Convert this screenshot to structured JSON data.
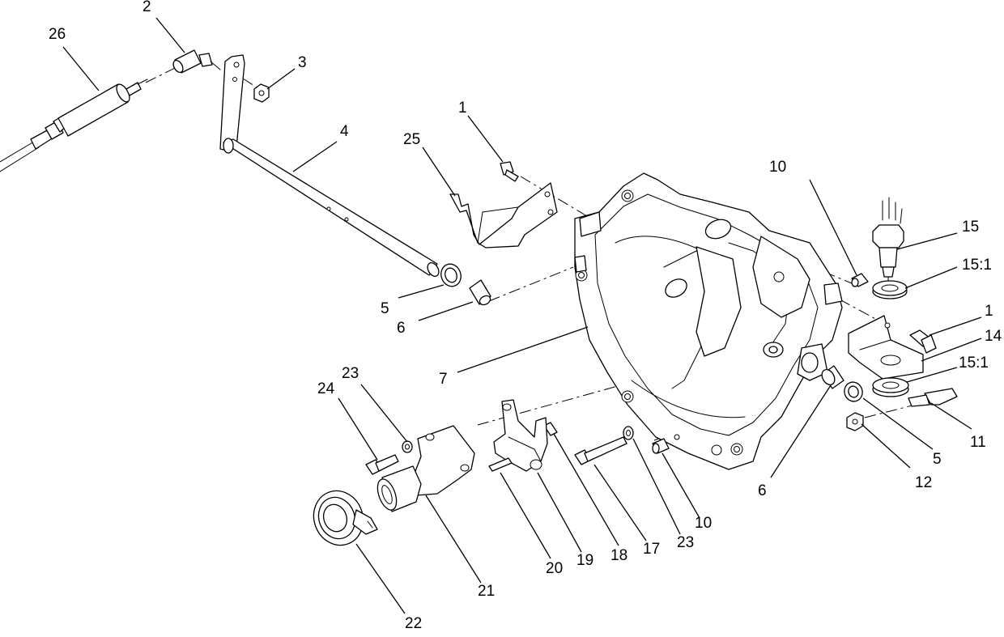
{
  "callouts": [
    {
      "id": "c26",
      "text": "26"
    },
    {
      "id": "c2",
      "text": "2"
    },
    {
      "id": "c3",
      "text": "3"
    },
    {
      "id": "c4",
      "text": "4"
    },
    {
      "id": "c25",
      "text": "25"
    },
    {
      "id": "c1a",
      "text": "1"
    },
    {
      "id": "c10a",
      "text": "10"
    },
    {
      "id": "c15",
      "text": "15"
    },
    {
      "id": "c15_1a",
      "text": "15:1"
    },
    {
      "id": "c1b",
      "text": "1"
    },
    {
      "id": "c14",
      "text": "14"
    },
    {
      "id": "c15_1b",
      "text": "15:1"
    },
    {
      "id": "c11",
      "text": "11"
    },
    {
      "id": "c5a",
      "text": "5"
    },
    {
      "id": "c6a",
      "text": "6"
    },
    {
      "id": "c7",
      "text": "7"
    },
    {
      "id": "c23a",
      "text": "23"
    },
    {
      "id": "c24",
      "text": "24"
    },
    {
      "id": "c5b",
      "text": "5"
    },
    {
      "id": "c12",
      "text": "12"
    },
    {
      "id": "c6b",
      "text": "6"
    },
    {
      "id": "c10b",
      "text": "10"
    },
    {
      "id": "c23b",
      "text": "23"
    },
    {
      "id": "c17",
      "text": "17"
    },
    {
      "id": "c18",
      "text": "18"
    },
    {
      "id": "c19",
      "text": "19"
    },
    {
      "id": "c20",
      "text": "20"
    },
    {
      "id": "c21",
      "text": "21"
    },
    {
      "id": "c22",
      "text": "22"
    }
  ]
}
